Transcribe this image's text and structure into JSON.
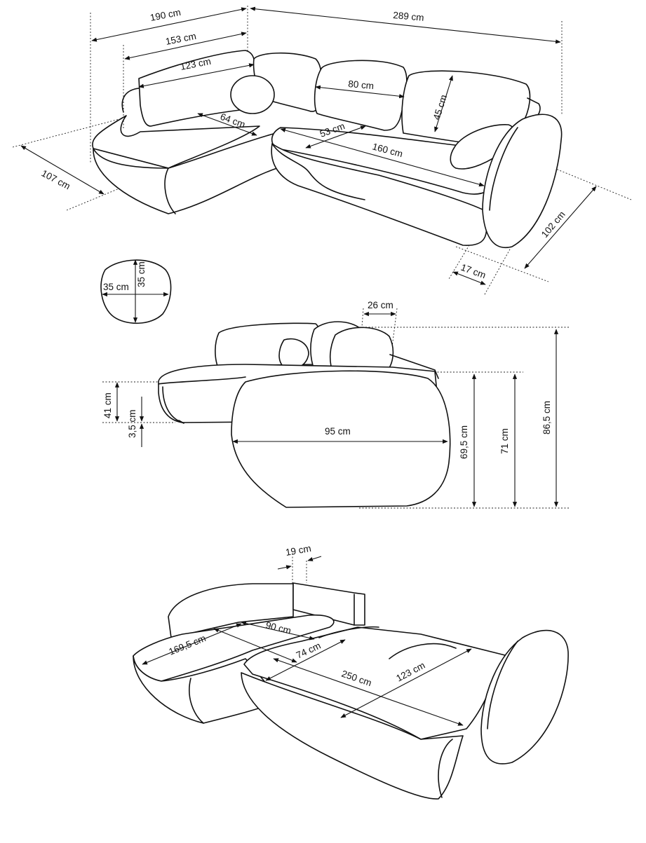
{
  "top_view": {
    "w_190": "190 cm",
    "w_289": "289 cm",
    "w_153": "153 cm",
    "w_123": "123 cm",
    "w_80": "80 cm",
    "h_45": "45 cm",
    "d_64": "64 cm",
    "d_53": "53 cm",
    "w_160": "160 cm",
    "d_107": "107 cm",
    "d_102": "102 cm",
    "w_17": "17 cm"
  },
  "pillow_view": {
    "w_35": "35 cm",
    "h_35": "35 cm"
  },
  "side_view": {
    "w_26": "26 cm",
    "h_41": "41 cm",
    "h_3_5": "3,5 cm",
    "w_95": "95 cm",
    "h_69_5": "69,5 cm",
    "h_71": "71 cm",
    "h_86_5": "86,5 cm"
  },
  "bed_view": {
    "w_19": "19 cm",
    "w_169_5": "169,5 cm",
    "d_90": "90 cm",
    "d_74": "74 cm",
    "w_250": "250 cm",
    "d_123": "123 cm"
  }
}
